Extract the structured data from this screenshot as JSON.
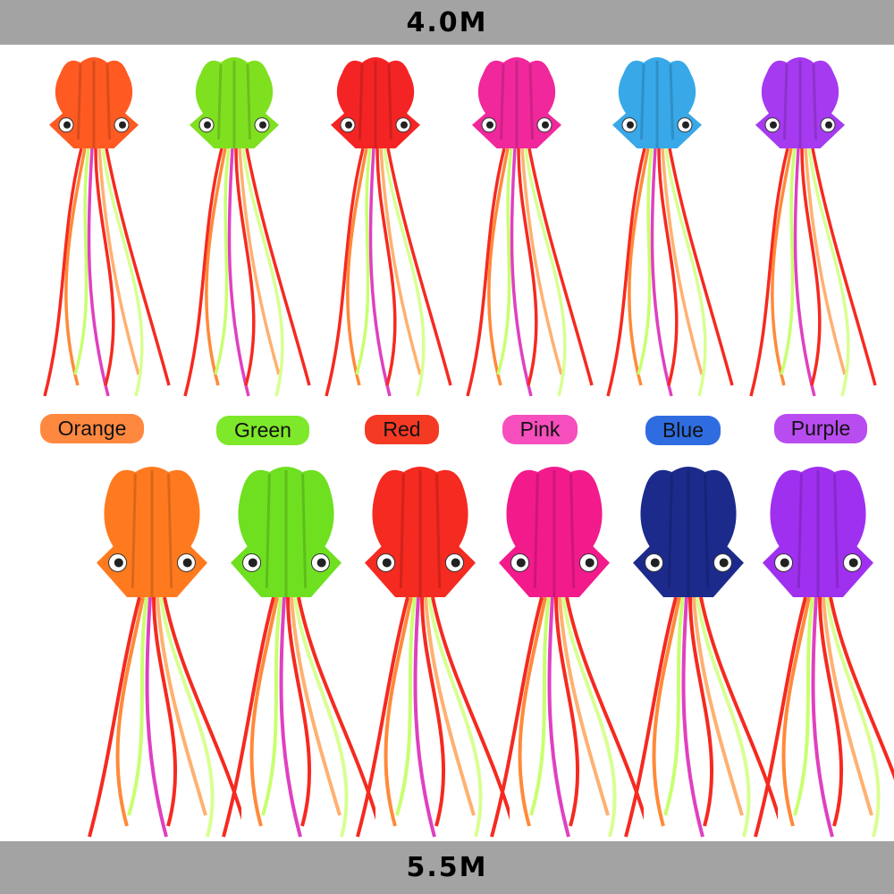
{
  "header": {
    "size_label": "4.0M"
  },
  "footer": {
    "size_label": "5.5M"
  },
  "colors": [
    {
      "label": "Orange",
      "pill": "#ff8840",
      "small_kite": "#ff5a22",
      "large_kite": "#ff7a1e"
    },
    {
      "label": "Green",
      "pill": "#7ee82a",
      "small_kite": "#7fe020",
      "large_kite": "#6ee020"
    },
    {
      "label": "Red",
      "pill": "#f53a24",
      "small_kite": "#f52424",
      "large_kite": "#f52a20"
    },
    {
      "label": "Pink",
      "pill": "#f64ebc",
      "small_kite": "#f0289c",
      "large_kite": "#f31a8c"
    },
    {
      "label": "Blue",
      "pill": "#2f6ce0",
      "small_kite": "#38a8e8",
      "large_kite": "#1c2a8c"
    },
    {
      "label": "Purple",
      "pill": "#b94cf0",
      "small_kite": "#a63af0",
      "large_kite": "#a030f0"
    }
  ]
}
